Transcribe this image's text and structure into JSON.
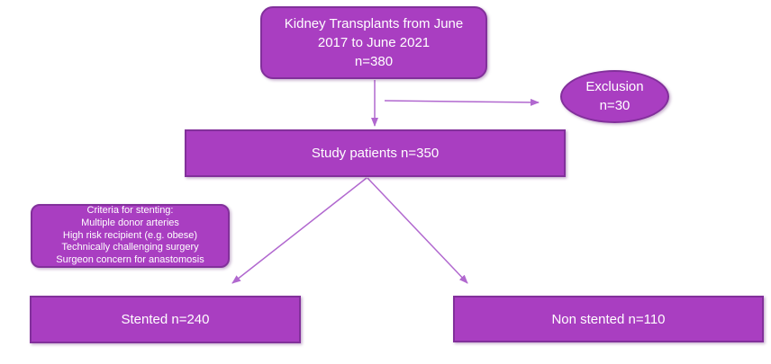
{
  "colors": {
    "fill": "#A93EC1",
    "border": "#82309B",
    "arrow": "#B168CF",
    "text": "#FFFFFF",
    "background": "#FFFFFF"
  },
  "nodes": {
    "kidney_transplants": {
      "text": "Kidney Transplants from June\n2017 to June 2021\nn=380"
    },
    "exclusion": {
      "text": "Exclusion\nn=30"
    },
    "study_patients": {
      "text": "Study patients n=350"
    },
    "stenting_criteria": {
      "text": "Criteria for stenting:\nMultiple donor arteries\nHigh risk recipient (e.g. obese)\nTechnically challenging surgery\nSurgeon concern for anastomosis"
    },
    "stented": {
      "text": "Stented n=240"
    },
    "non_stented": {
      "text": "Non stented n=110"
    }
  },
  "edges": [
    {
      "from": "kidney_transplants",
      "to": "study_patients"
    },
    {
      "from": "kidney_transplants",
      "to": "exclusion"
    },
    {
      "from": "study_patients",
      "to": "stented"
    },
    {
      "from": "study_patients",
      "to": "non_stented"
    }
  ]
}
